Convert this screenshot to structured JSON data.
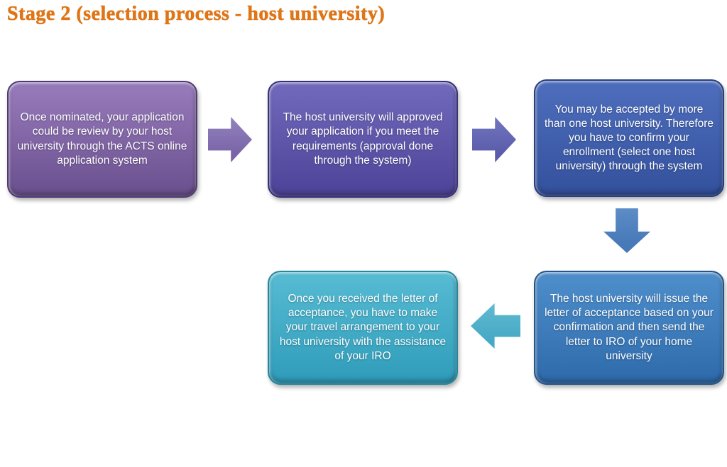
{
  "title": {
    "text": "Stage 2 (selection process - host university)",
    "colors": {
      "fill": "#df7517"
    }
  },
  "flow": {
    "boxes": [
      {
        "name": "step-1-nomination-review",
        "text": "Once nominated, your application could be review by your host university through the ACTS online application system",
        "colors": {
          "top": "#9478b8",
          "bottom": "#6a4f8e",
          "border": "#4f3b73"
        }
      },
      {
        "name": "step-2-application-approval",
        "text": "The host university will approved your application if you meet the requirements (approval done through the system)",
        "colors": {
          "top": "#6f67b9",
          "bottom": "#4c4398",
          "border": "#37307b"
        }
      },
      {
        "name": "step-3-confirm-enrollment",
        "text": "You may be accepted by more than one host university. Therefore you have to confirm your enrollment (select one host university) through the system",
        "colors": {
          "top": "#4c6cbb",
          "bottom": "#33509c",
          "border": "#263f82"
        }
      },
      {
        "name": "step-4-letter-of-acceptance",
        "text": "The host university will issue the letter of acceptance based on your confirmation and then send the letter to IRO of your home university",
        "colors": {
          "top": "#4c8cc9",
          "bottom": "#2e6aab",
          "border": "#245689"
        }
      },
      {
        "name": "step-5-travel-arrangement",
        "text": "Once you received the letter of acceptance, you have to make your travel arrangement to your host university with the assistance of your IRO",
        "colors": {
          "top": "#54b9d1",
          "bottom": "#2f9cba",
          "border": "#24879f"
        }
      }
    ],
    "arrows": [
      {
        "name": "arrow-step1-to-step2",
        "direction": "right",
        "colors": {
          "light": "#9283bd",
          "fill": "#7a64a8"
        }
      },
      {
        "name": "arrow-step2-to-step3",
        "direction": "right",
        "colors": {
          "light": "#7275be",
          "fill": "#5a5cab"
        }
      },
      {
        "name": "arrow-step3-to-step4",
        "direction": "down",
        "colors": {
          "light": "#5d8cc6",
          "fill": "#4679b8"
        }
      },
      {
        "name": "arrow-step4-to-step5",
        "direction": "left",
        "colors": {
          "light": "#60bad0",
          "fill": "#46a9c5"
        }
      }
    ]
  }
}
